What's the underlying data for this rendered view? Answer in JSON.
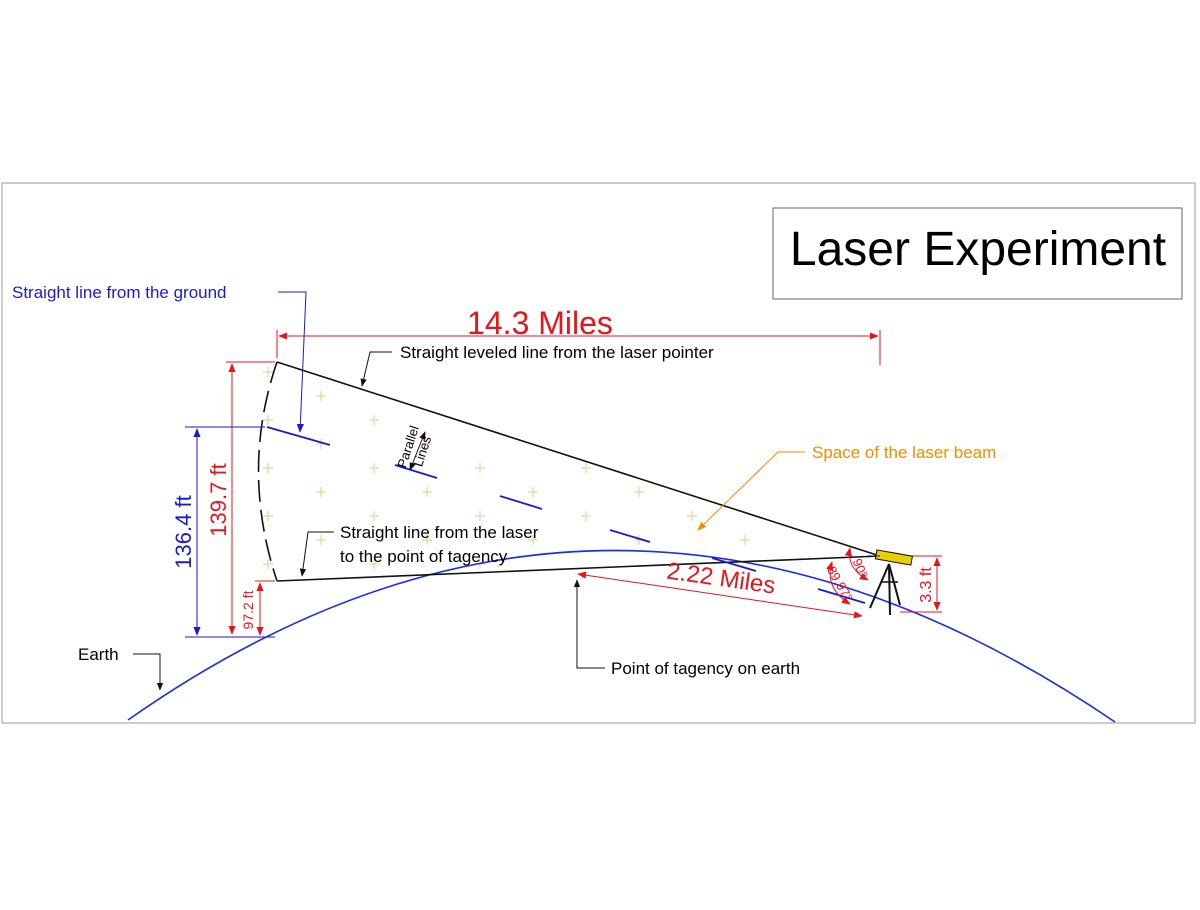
{
  "title": "Laser Experiment",
  "labels": {
    "ground_line": "Straight line from the ground",
    "leveled_line": "Straight leveled line from the laser pointer",
    "parallel_1": "Parallel",
    "parallel_2": "Lines",
    "beam_space": "Space of the laser beam",
    "tangent_line_1": "Straight line from the laser",
    "tangent_line_2": "to the point of tagency",
    "earth": "Earth",
    "tangency_point": "Point of tagency on earth"
  },
  "dimensions": {
    "distance_total": "14.3 Miles",
    "distance_tangent": "2.22 Miles",
    "height_left": "139.7 ft",
    "drop_left": "136.4 ft",
    "small_height": "97.2 ft",
    "laser_height": "3.3 ft",
    "angle_right": "90°",
    "angle_tangent": "89.97°"
  },
  "colors": {
    "dimension_red": "#e8141b",
    "ground_blue": "#1a1ad0",
    "earth_blue": "#1a2ee8",
    "beam_orange": "#f08c00",
    "line_black": "#111111",
    "laser_yellow": "#e8d000"
  }
}
